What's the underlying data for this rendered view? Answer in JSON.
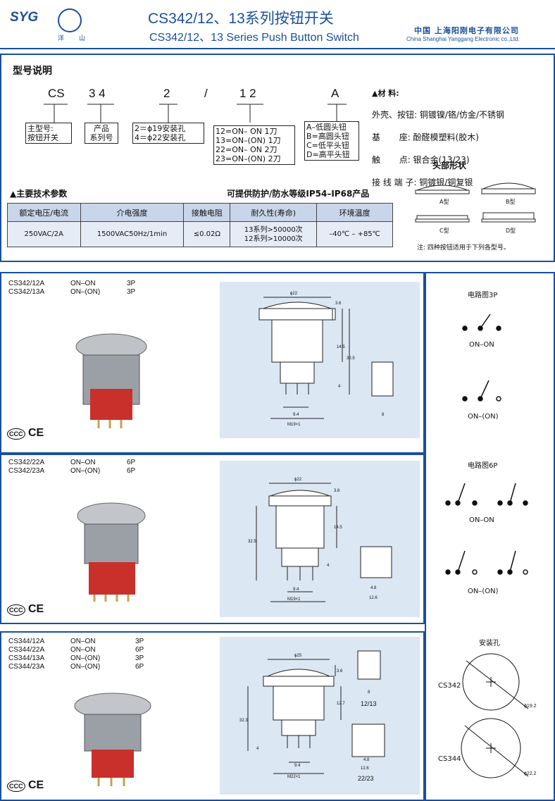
{
  "header": {
    "brand": "SYG",
    "brand_cn": "洋",
    "brand_cn2": "山",
    "title_cn": "CS342/12、13系列按钮开关",
    "title_en": "CS342/12、13 Series Push Button Switch",
    "company_cn": "中国 上海阳刚电子有限公司",
    "company_en": "China Shanghai Yanggang Electronic co.,Ltd."
  },
  "model": {
    "section": "型号说明",
    "codes": [
      "CS",
      "3 4",
      "2",
      "/",
      "1 2",
      "A"
    ],
    "main_label": "主型号:\n按钮开关",
    "series_label": "产品\n系列号",
    "hole_label": "2＝ϕ19安装孔\n4＝ϕ22安装孔",
    "circuit_label": "12=ON– ON 1刀\n13=ON–(ON) 1刀\n22=ON– ON 2刀\n23=ON–(ON) 2刀",
    "head_label": "A–低圆头钮\nB=高圆头钮\nC=低平头钮\nD=高平头钮",
    "material_title": "▲材 料:",
    "materials": [
      "外壳、按钮: 铜镀镍/铬/仿金/不锈钢",
      "基       座: 酚醛模塑料(胶木)",
      "触       点: 银合金(13/23)",
      "接 线 端 子: 铜镀银/铜复银"
    ],
    "head_shape_title": "头部形状",
    "head_types": [
      "A型",
      "B型",
      "C型",
      "D型"
    ],
    "note": "注: 四种按钮适用于下列各型号。"
  },
  "specs": {
    "title": "▲主要技术参数",
    "ip_note": "可提供防护/防水等级IP54–IP68产品",
    "headers": [
      "额定电压/电流",
      "介电强度",
      "接触电阻",
      "耐久性(寿命)",
      "环境温度"
    ],
    "values": [
      "250VAC/2A",
      "1500VAC50Hz/1min",
      "≤0.02Ω",
      "13系列>50000次\n12系列>10000次",
      "–40℃ – +85℃"
    ]
  },
  "sections": [
    {
      "models": [
        [
          "CS342/12A",
          "ON–ON",
          "3P"
        ],
        [
          "CS342/13A",
          "ON–(ON)",
          "3P"
        ]
      ],
      "dims": [
        "ϕ22",
        "3.6",
        "14.5",
        "32.5",
        "4",
        "9.4",
        "M19×1",
        "8"
      ],
      "circuit_title": "电路图3P",
      "circuits": [
        "ON–ON",
        "ON–(ON)"
      ]
    },
    {
      "models": [
        [
          "CS342/22A",
          "ON–ON",
          "6P"
        ],
        [
          "CS342/23A",
          "ON–(ON)",
          "6P"
        ]
      ],
      "dims": [
        "ϕ22",
        "3.6",
        "14.5",
        "32.5",
        "4",
        "9.4",
        "M19×1",
        "4.8",
        "12.6"
      ],
      "circuit_title": "电路图6P",
      "circuits": [
        "ON–ON",
        "ON–(ON)"
      ]
    },
    {
      "models": [
        [
          "CS344/12A",
          "ON–ON",
          "3P"
        ],
        [
          "CS344/22A",
          "ON–ON",
          "6P"
        ],
        [
          "CS344/13A",
          "ON–(ON)",
          "3P"
        ],
        [
          "CS344/23A",
          "ON–(ON)",
          "6P"
        ]
      ],
      "dims": [
        "ϕ25",
        "3.6",
        "12.7",
        "32.3",
        "4",
        "9.4",
        "M22×1",
        "8",
        "12/13",
        "4.8",
        "12.6",
        "22/23"
      ],
      "circuit_title": "安装孔",
      "holes": [
        [
          "CS342",
          "ϕ19.2"
        ],
        [
          "CS344",
          "ϕ22.2"
        ]
      ]
    }
  ],
  "cert": {
    "ccc": "CCC",
    "ce": "CE"
  },
  "colors": {
    "brand_blue": "#1a4f9c",
    "drawing_bg": "#dbe7f3",
    "table_header": "#c9d6ea"
  }
}
